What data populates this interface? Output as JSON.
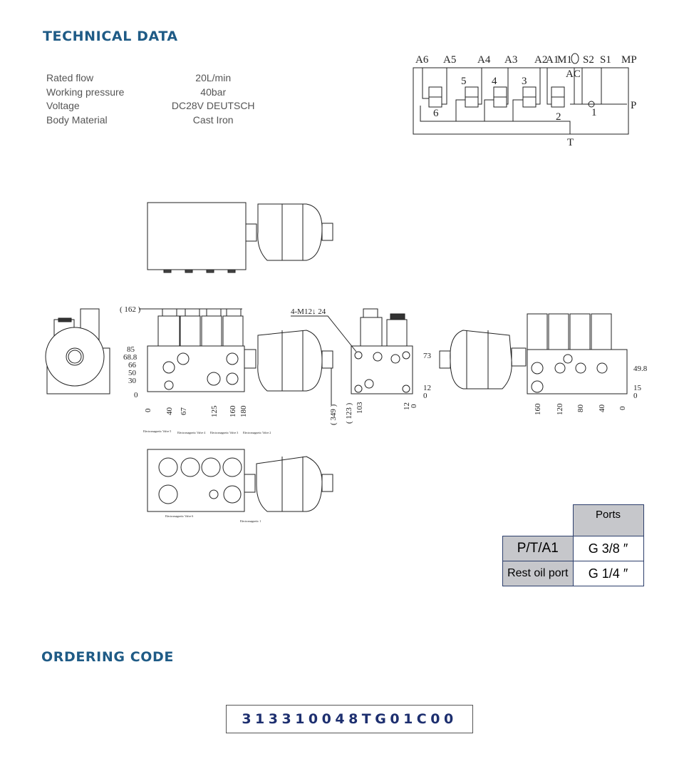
{
  "technical_data": {
    "title": "TECHNICAL DATA",
    "rows": [
      {
        "label": "Rated flow",
        "value": "20L/min"
      },
      {
        "label": "Working pressure",
        "value": "40bar"
      },
      {
        "label": "Voltage",
        "value": "DC28V DEUTSCH"
      },
      {
        "label": "Body Material",
        "value": "Cast Iron"
      }
    ]
  },
  "schematic": {
    "port_labels": [
      "A6",
      "A5",
      "A4",
      "A3",
      "A2",
      "A1",
      "M1",
      "S2",
      "S1",
      "MP"
    ],
    "valve_numbers": [
      "6",
      "5",
      "4",
      "3",
      "2",
      "1"
    ],
    "ac": "AC",
    "p": "P",
    "t": "T"
  },
  "dimensions": {
    "front_height_labels": [
      "85",
      "68.8",
      "66",
      "50",
      "30",
      "0"
    ],
    "front_width_labels": [
      "0",
      "40",
      "67",
      "125",
      "160",
      "180"
    ],
    "overall_height": "( 162 )",
    "overall_length": "( 349 )",
    "thread_note": "4-M12↓ 24",
    "side_depth": "( 123 )",
    "side_height_labels": [
      "73",
      "12",
      "0"
    ],
    "side_width_labels": [
      "103",
      "12",
      "0"
    ],
    "rear_height_labels": [
      "49.8",
      "15",
      "0"
    ],
    "rear_width_labels": [
      "160",
      "120",
      "80",
      "40",
      "0"
    ],
    "bottom_callouts": [
      "Electromagnetic Valve 5",
      "Electromagnetic Valve 4",
      "Electromagnetic Valve 3",
      "Electromagnetic Valve 2",
      "Electromagnetic Valve 6",
      "Electromagnetic 1"
    ]
  },
  "ports_table": {
    "header": "Ports",
    "rows": [
      {
        "name": "P/T/A1",
        "size": "G 3/8 ″"
      },
      {
        "name": "Rest oil port",
        "size": "G 1/4 ″"
      }
    ]
  },
  "ordering": {
    "title": "ORDERING CODE",
    "code": "313310048TG01C00"
  }
}
